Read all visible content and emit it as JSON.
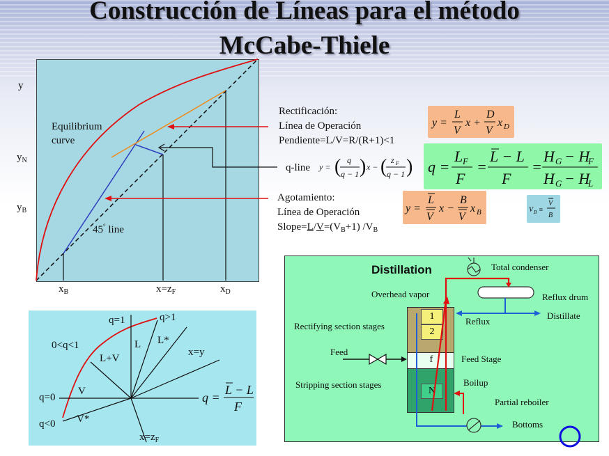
{
  "title": {
    "line1": "Construcción de Líneas para el método",
    "line2": "McCabe-Thiele"
  },
  "main_chart": {
    "y_axis": "y",
    "y_ticks": [
      {
        "base": "y",
        "sub": "N"
      },
      {
        "base": "y",
        "sub": "B"
      }
    ],
    "x_ticks": [
      {
        "base": "x",
        "sub": "B"
      },
      {
        "base": "x=z",
        "sub": "F"
      },
      {
        "base": "x",
        "sub": "D"
      }
    ],
    "equilibrium_curve": "Equilibrium\ncurve",
    "diagonal_label": "45",
    "diagonal_suffix": " line",
    "degree_mark": "°"
  },
  "rectification": {
    "title": "Rectificación:",
    "line": "Línea de Operación",
    "slope": "Pendiente=L/V=R/(R+1)<1"
  },
  "q_line_label": "q-line",
  "stripping": {
    "title": "Agotamiento:",
    "line": "Línea de Operación",
    "slope_prefix": "Slope=",
    "slope_L": "L",
    "slope_slash": "/",
    "slope_V": "V",
    "slope_mid": "=(V",
    "slope_sub": "B",
    "slope_end1": "+1) /V",
    "slope_end2": "B"
  },
  "colors": {
    "chart_bg": "#a6d8e3",
    "orange_box": "#f7b98b",
    "green_box": "#8ff7a8",
    "blue_box": "#9fd6e4",
    "distillation_bg": "#8ff7b8",
    "red": "#e01010",
    "blue": "#2e3fbf",
    "orange": "#f08a1a"
  },
  "q_diagram": {
    "labels": {
      "q1": "q=1",
      "qgt1": "q>1",
      "q01": "0<q<1",
      "L": "L",
      "Lstar": "L*",
      "xy": "x=y",
      "LV": "L+V",
      "q0": "q=0",
      "V": "V",
      "qlt0": "q<0",
      "Vstar": "V*",
      "xzF": "x=z",
      "xzF_sub": "F"
    }
  },
  "distillation": {
    "title": "Distillation",
    "total_condenser": "Total condenser",
    "overhead_vapor": "Overhead vapor",
    "reflux_drum": "Reflux drum",
    "reflux": "Reflux",
    "distillate": "Distillate",
    "rectifying": "Rectifying section stages",
    "feed": "Feed",
    "feed_stage": "Feed Stage",
    "stripping": "Stripping section stages",
    "boilup": "Boilup",
    "partial_reboiler": "Partial reboiler",
    "bottoms": "Bottoms",
    "stage1": "1",
    "stage2": "2",
    "stagef": "f",
    "stageN": "N"
  }
}
